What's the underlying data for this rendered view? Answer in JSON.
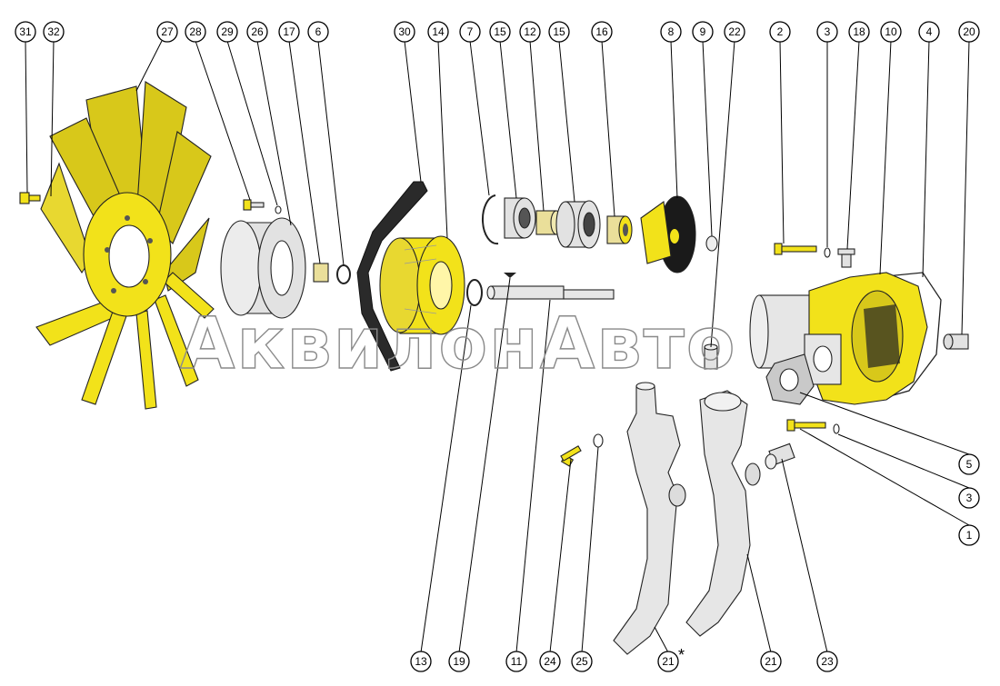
{
  "diagram": {
    "watermark": "АквилонАвто",
    "callout_labels": {
      "c31": "31",
      "c32": "32",
      "c27": "27",
      "c28": "28",
      "c29": "29",
      "c26": "26",
      "c17": "17",
      "c6": "6",
      "c30": "30",
      "c14": "14",
      "c7": "7",
      "c15a": "15",
      "c12": "12",
      "c15b": "15",
      "c16": "16",
      "c8": "8",
      "c9": "9",
      "c22": "22",
      "c2": "2",
      "c3a": "3",
      "c18": "18",
      "c10": "10",
      "c4": "4",
      "c20": "20",
      "c5": "5",
      "c3b": "3",
      "c1": "1",
      "c13": "13",
      "c19": "19",
      "c11": "11",
      "c24": "24",
      "c25": "25",
      "c21a": "21",
      "c21b": "21",
      "c23": "23"
    },
    "asterisk": "*",
    "colors": {
      "yellow_part": "#f2e21a",
      "fan_blade": "#d8c81a",
      "grey_part": "#e2e2e2",
      "dark_part": "#1a1a1a",
      "outline": "#222222"
    }
  }
}
